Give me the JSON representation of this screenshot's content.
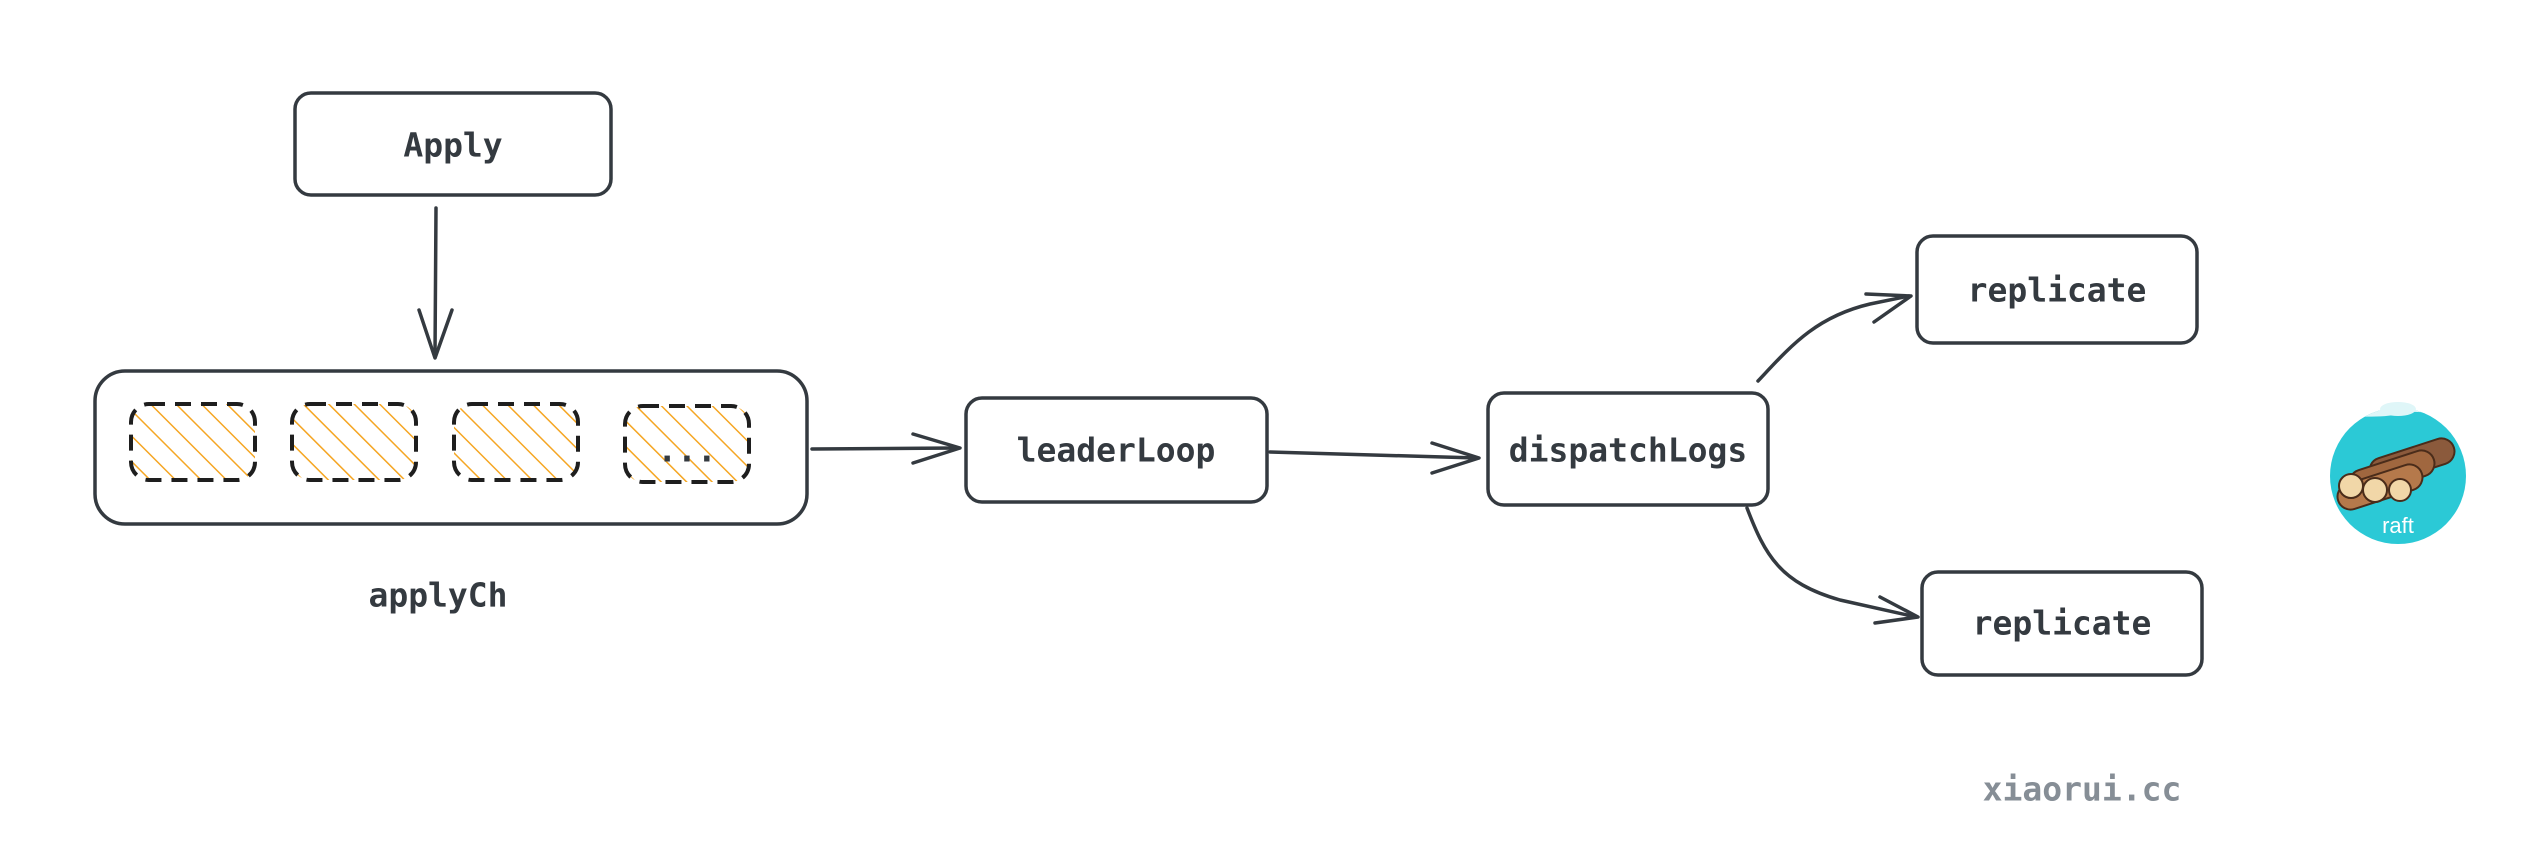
{
  "nodes": {
    "apply": {
      "label": "Apply",
      "fill": "#74d7d7"
    },
    "leader_loop": {
      "label": "leaderLoop",
      "fill": "#6ffccb"
    },
    "dispatch_logs": {
      "label": "dispatchLogs",
      "fill": "#ffdedc"
    },
    "replicate_top": {
      "label": "replicate",
      "fill": "#b8eafd"
    },
    "replicate_bottom": {
      "label": "replicate",
      "fill": "#b8eafd"
    }
  },
  "channel": {
    "caption": "applyCh",
    "fill": "#f7efe1",
    "slot_hatch_color": "#f5a623",
    "slots": [
      {
        "label": ""
      },
      {
        "label": ""
      },
      {
        "label": ""
      },
      {
        "label": "..."
      }
    ]
  },
  "logo": {
    "text": "raft",
    "icon": "raft-logs-icon",
    "fill": "#2bc9d6"
  },
  "watermark": "xiaorui.cc",
  "colors": {
    "stroke": "#343a40",
    "arrow": "#495057"
  }
}
